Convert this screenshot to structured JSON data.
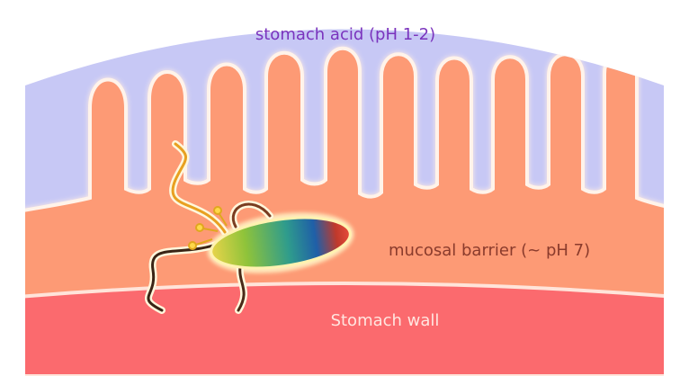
{
  "labels": {
    "acid": "stomach acid (pH 1-2)",
    "mucosal": "mucosal barrier (~ pH 7)",
    "wall": "Stomach wall"
  },
  "colors": {
    "acid": "#c7c8f5",
    "mucosal": "#fd9a74",
    "wall": "#fb6a6e",
    "acid_label": "#7a33bd",
    "mucosal_label": "#8a3b2c",
    "wall_label": "#ffe6e0",
    "glow": "#fff7e6"
  },
  "illustration": {
    "subject": "bacterium-with-flagella",
    "villi_count": 10
  }
}
